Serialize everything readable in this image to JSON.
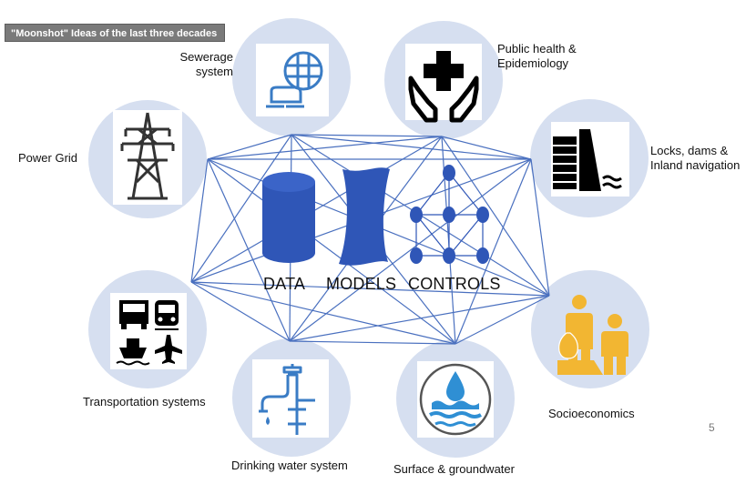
{
  "slide": {
    "title_badge": "\"Moonshot\" Ideas of the last three decades",
    "page_number": "5"
  },
  "center": {
    "data_label": "DATA",
    "models_label": "MODELS",
    "controls_label": "CONTROLS"
  },
  "nodes": {
    "sewerage": "Sewerage\nsystem",
    "public_health": "Public health &\nEpidemiology",
    "power_grid": "Power Grid",
    "locks": "Locks, dams &\nInland navigation",
    "transportation": "Transportation systems",
    "socioeconomics": "Socioeconomics",
    "drinking_water": "Drinking water system",
    "surface_groundwater": "Surface & groundwater"
  },
  "colors": {
    "circle_fill": "#d6dff0",
    "network_line": "#4a70bf",
    "center_blue": "#2f56b7",
    "icon_blue": "#3a7cc5",
    "socio_gold": "#f2b632"
  }
}
